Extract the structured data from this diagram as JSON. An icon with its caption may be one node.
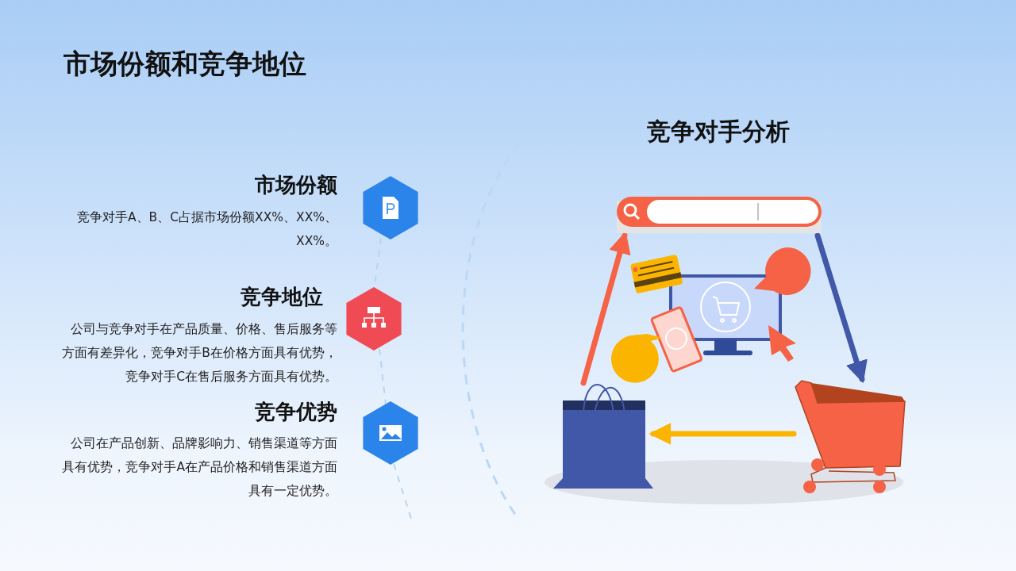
{
  "diagram": {
    "title": "市场份额和竞争地位",
    "nodes": [
      {
        "text": [],
        "shape": "picture"
      },
      {
        "text": [],
        "shape": "picture"
      },
      {
        "text": [],
        "shape": "picture"
      }
    ],
    "edges": [
      {
        "from": 2,
        "to": 0,
        "arrow": "to",
        "color": "#f56245"
      },
      {
        "from": 0,
        "to": 1,
        "arrow": "to",
        "color": "#4157a8"
      },
      {
        "from": 1,
        "to": 2,
        "arrow": "to",
        "color": "#fbb500"
      }
    ],
    "labels": [
      "市场份额",
      "竞争对手A、B、C占据市场份额XX%、XX%、XX%。",
      "竞争对手分析",
      "竞争地位",
      "公司与竞争对手在产品质量、价格、售后服务等方面有差异化，竞争对手B在价格方面具有优势，竞争对手C在售后服务方面具有优势。",
      "竞争优势",
      "公司在产品创新、品牌影响力、销售渠道等方面具有优势，竞争对手A在产品价格和销售渠道方面具有一定优势。"
    ]
  }
}
